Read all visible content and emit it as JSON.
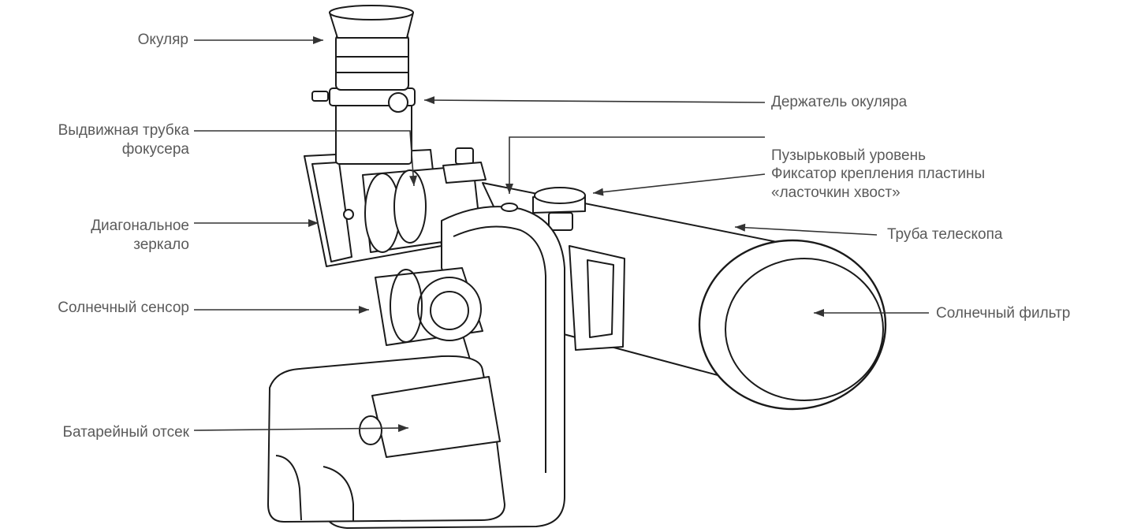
{
  "callouts": {
    "eyepiece": [
      "Окуляр"
    ],
    "eyepiece_holder": [
      "Держатель окуляра"
    ],
    "focuser_drawtube": [
      "Выдвижная трубка",
      "фокусера"
    ],
    "bubble_level": [
      "Пузырьковый уровень"
    ],
    "dovetail_lock": [
      "Фиксатор крепления пластины",
      "«ласточкин хвост»"
    ],
    "diagonal_mirror": [
      "Диагональное",
      "зеркало"
    ],
    "telescope_tube": [
      "Труба телескопа"
    ],
    "sun_sensor": [
      "Солнечный сенсор"
    ],
    "solar_filter": [
      "Солнечный фильтр"
    ],
    "battery_compartment": [
      "Батарейный отсек"
    ]
  },
  "colors": {
    "label_text": "#5a5a5a",
    "leader_line": "#333333",
    "drawing_stroke": "#1a1a1a"
  }
}
